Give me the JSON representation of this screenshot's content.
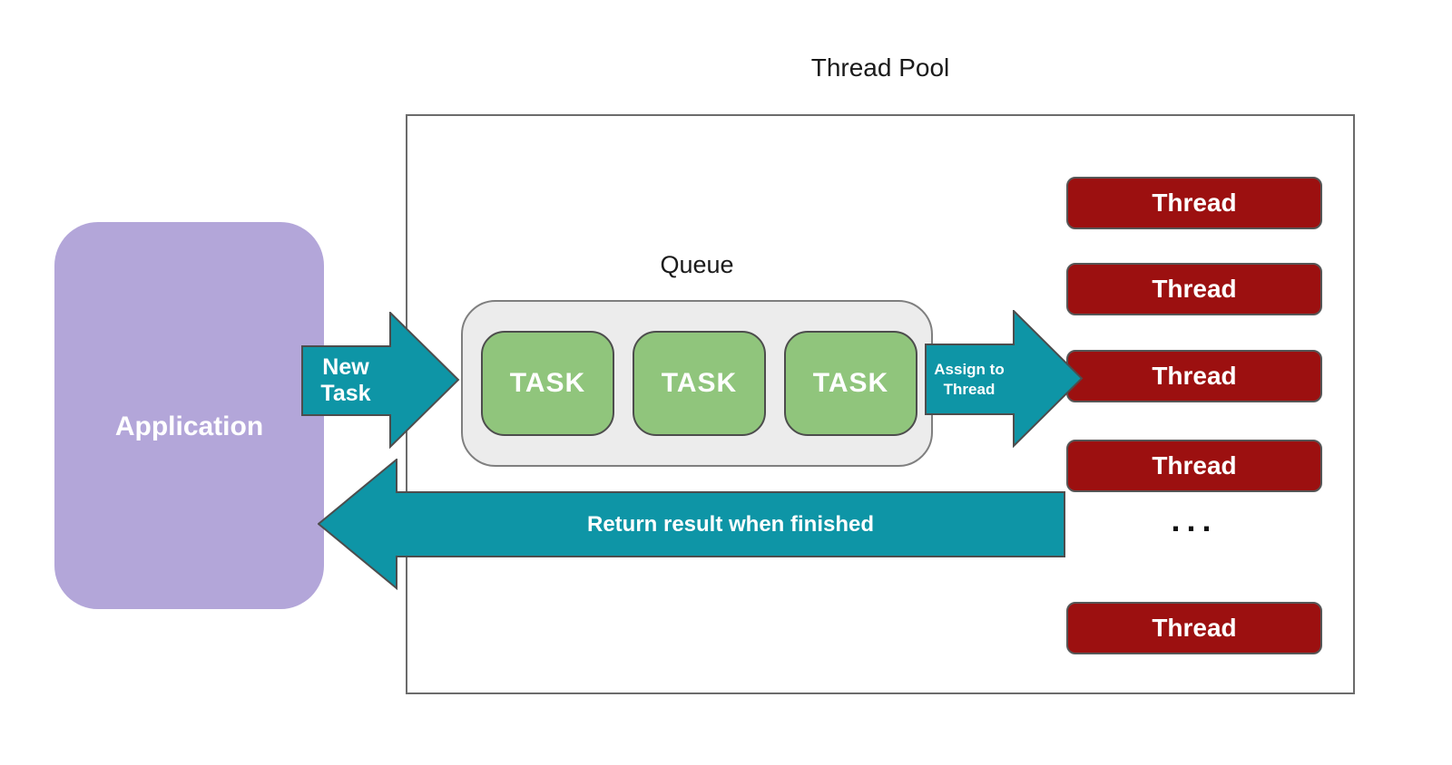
{
  "pool": {
    "title": "Thread Pool"
  },
  "application": {
    "label": "Application"
  },
  "queue": {
    "label": "Queue",
    "tasks": [
      "TASK",
      "TASK",
      "TASK"
    ]
  },
  "threads": {
    "labels": [
      "Thread",
      "Thread",
      "Thread",
      "Thread",
      "Thread"
    ],
    "ellipsis": "..."
  },
  "arrows": {
    "new_task": {
      "line1": "New",
      "line2": "Task"
    },
    "assign": {
      "line1": "Assign to",
      "line2": "Thread"
    },
    "return": {
      "label": "Return result when finished"
    }
  },
  "colors": {
    "application_fill": "#b3a6d9",
    "arrow_fill": "#0e95a6",
    "task_fill": "#90c57c",
    "thread_fill": "#9c1010",
    "queue_fill": "#ececec",
    "queue_border": "#7f7f7f",
    "shape_border": "#4d4d4d",
    "pool_border": "#6b6b6b",
    "text_light": "#ffffff",
    "text_dark": "#111111"
  }
}
